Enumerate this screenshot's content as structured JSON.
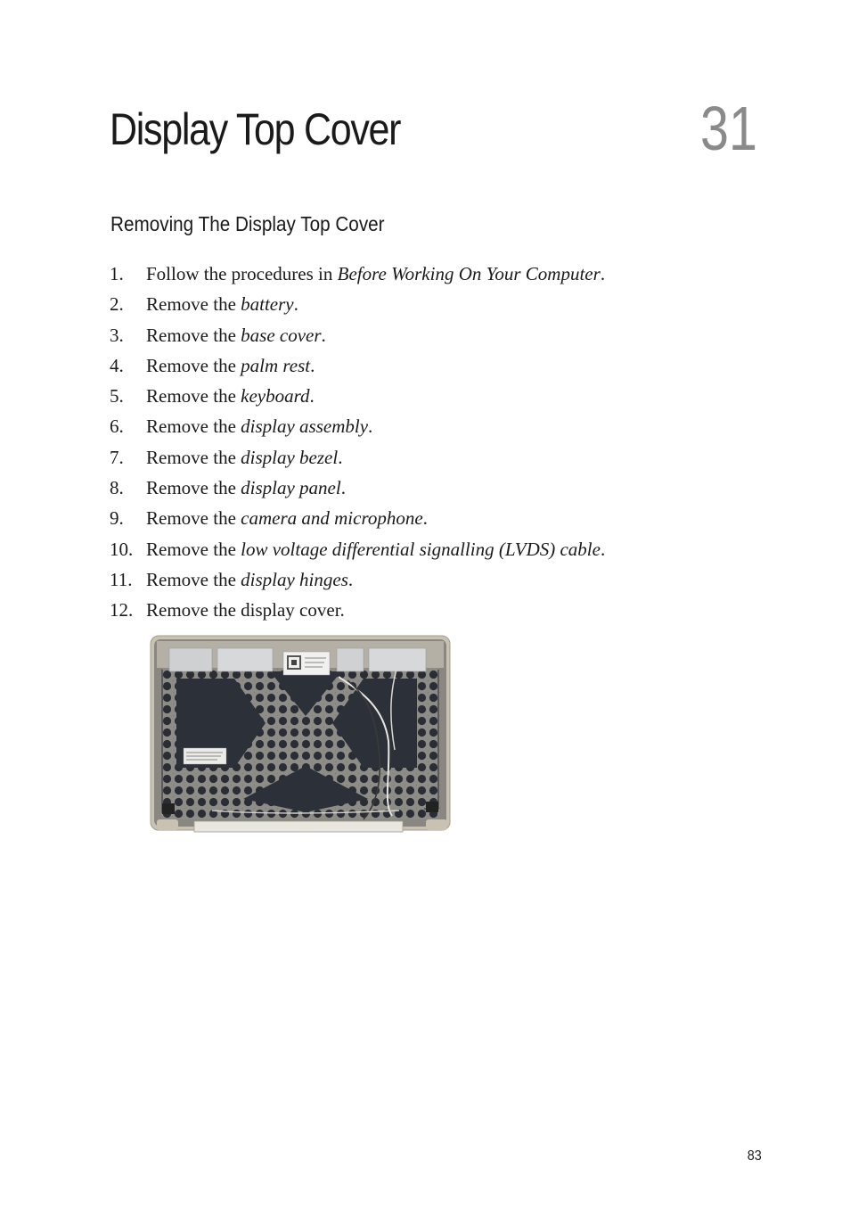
{
  "chapter": {
    "title": "Display Top Cover",
    "number": "31"
  },
  "section": {
    "title": "Removing The Display Top Cover"
  },
  "steps": [
    {
      "num": "1.",
      "prefix": "Follow the procedures in ",
      "link": "Before Working On Your Computer",
      "suffix": "."
    },
    {
      "num": "2.",
      "prefix": "Remove the ",
      "link": "battery",
      "suffix": "."
    },
    {
      "num": "3.",
      "prefix": "Remove the ",
      "link": "base cover",
      "suffix": "."
    },
    {
      "num": "4.",
      "prefix": "Remove the ",
      "link": "palm rest",
      "suffix": "."
    },
    {
      "num": "5.",
      "prefix": "Remove the ",
      "link": "keyboard",
      "suffix": "."
    },
    {
      "num": "6.",
      "prefix": "Remove the ",
      "link": "display assembly",
      "suffix": "."
    },
    {
      "num": "7.",
      "prefix": "Remove the ",
      "link": "display bezel",
      "suffix": "."
    },
    {
      "num": "8.",
      "prefix": "Remove the ",
      "link": "display panel",
      "suffix": "."
    },
    {
      "num": "9.",
      "prefix": "Remove the ",
      "link": "camera and microphone",
      "suffix": "."
    },
    {
      "num": "10.",
      "prefix": "Remove the ",
      "link": "low voltage differential signalling (LVDS) cable",
      "suffix": "."
    },
    {
      "num": "11.",
      "prefix": "Remove the ",
      "link": "display hinges",
      "suffix": "."
    },
    {
      "num": "12.",
      "prefix": "Remove the display cover.",
      "link": "",
      "suffix": ""
    }
  ],
  "page_number": "83"
}
